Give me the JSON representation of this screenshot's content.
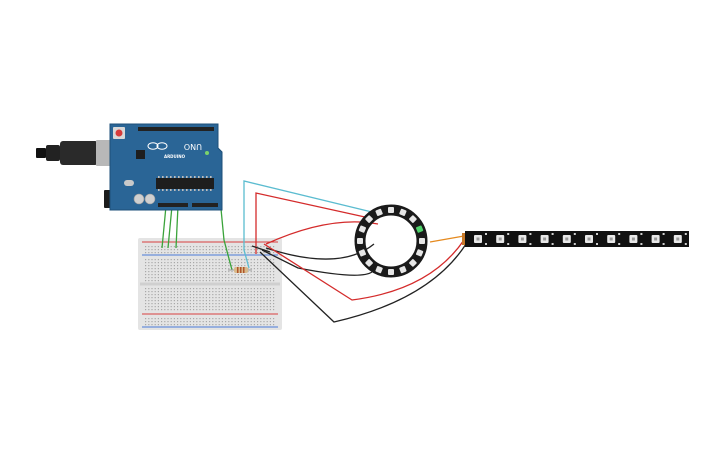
{
  "board": {
    "brand_label": "ARDUINO",
    "model_label": "UNO",
    "colors": {
      "pcb": "#2a6596",
      "pcb_edge": "#1d4f78",
      "header": "#222222",
      "chip": "#1e1e1e",
      "usb_metal": "#b8b8b8",
      "power_jack": "#1c1c1c",
      "reset": "#d63b3b",
      "led_green": "#7bd36b"
    }
  },
  "breadboard": {
    "colors": {
      "body": "#e4e4e4",
      "hole": "#a8a8a8",
      "rail_red": "#d94040",
      "rail_blue": "#4a7ad9"
    }
  },
  "ring": {
    "pixel_count": 16,
    "colors": {
      "body": "#1a1a1a",
      "pixel": "#e6e6e6",
      "lit_pixel": "#4ed36a"
    }
  },
  "strip": {
    "pixel_count": 10,
    "colors": {
      "body": "#111111",
      "pixel": "#e8e8e8",
      "connector": "#c87a2a"
    }
  },
  "wires": {
    "colors": {
      "red": "#d42b2b",
      "black": "#222222",
      "cyan": "#5bbcd0",
      "green": "#3aa33a",
      "orange": "#e58a1f"
    }
  },
  "resistor": {
    "colors": {
      "body": "#d8b98a",
      "band": "#b0552b"
    }
  }
}
